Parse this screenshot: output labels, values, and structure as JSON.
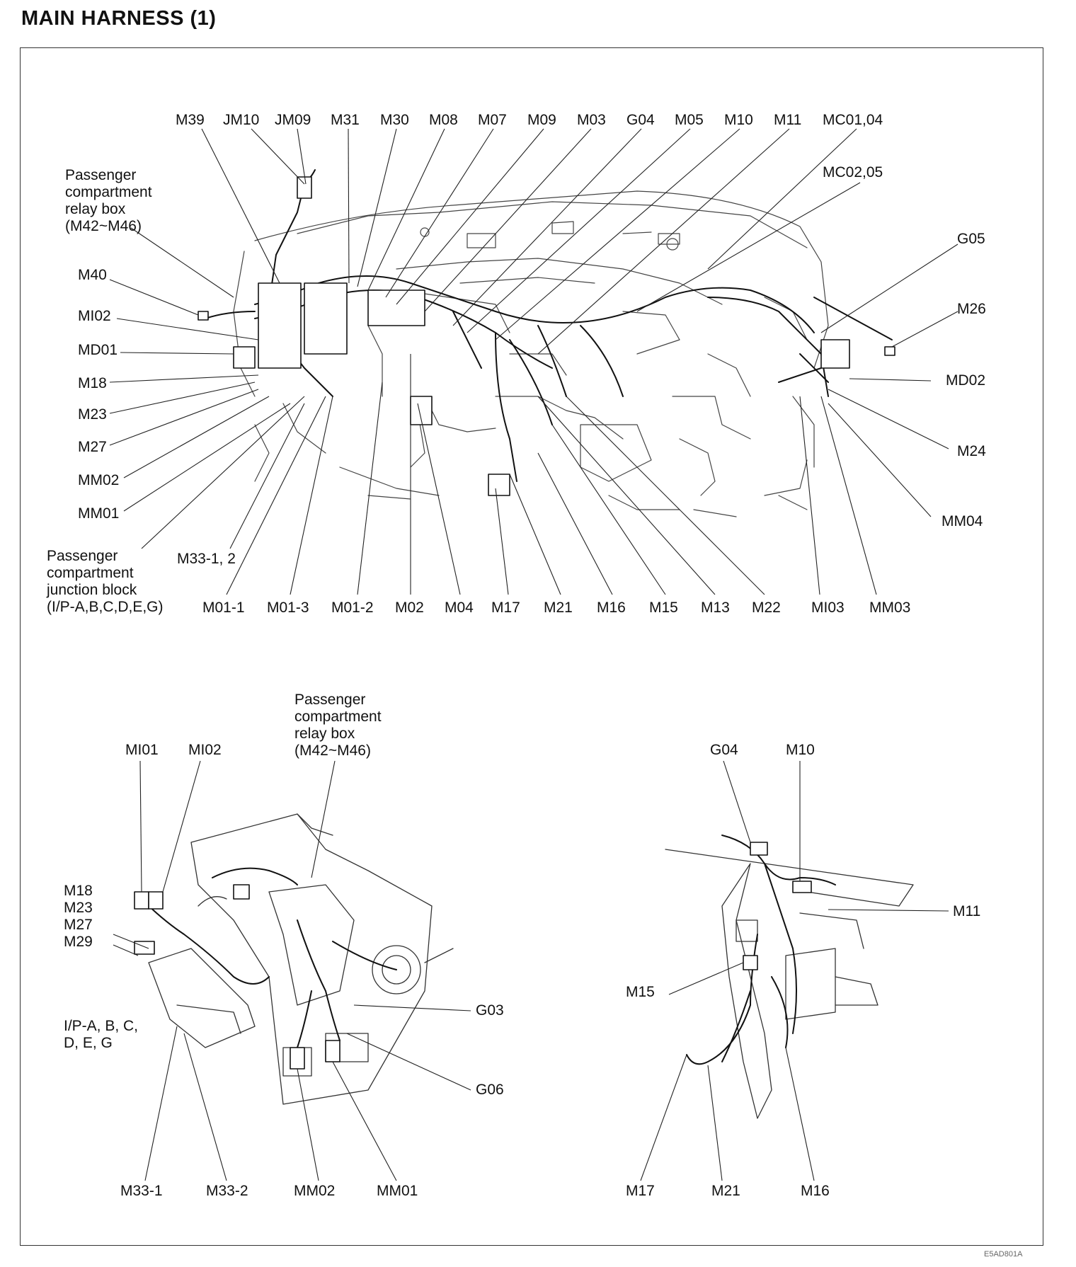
{
  "title": "MAIN HARNESS (1)",
  "top_view": {
    "top_labels": [
      "M39",
      "JM10",
      "JM09",
      "M31",
      "M30",
      "M08",
      "M07",
      "M09",
      "M03",
      "G04",
      "M05",
      "M10",
      "M11",
      "MC01,04"
    ],
    "mc0205": "MC02,05",
    "relay_box": "Passenger\ncompartment\nrelay box\n(M42~M46)",
    "left_labels": [
      "M40",
      "MI02",
      "MD01",
      "M18",
      "M23",
      "M27",
      "MM02",
      "MM01"
    ],
    "right_labels": [
      "G05",
      "M26",
      "MD02",
      "M24",
      "MM04"
    ],
    "junction_block": "Passenger\ncompartment\njunction block\n(I/P-A,B,C,D,E,G)",
    "m33": "M33-1, 2",
    "bottom_labels": [
      "M01-1",
      "M01-3",
      "M01-2",
      "M02",
      "M04",
      "M17",
      "M21",
      "M16",
      "M15",
      "M13",
      "M22",
      "MI03",
      "MM03"
    ]
  },
  "detail_left": {
    "relay_box": "Passenger\ncompartment\nrelay box\n(M42~M46)",
    "top_labels": [
      "MI01",
      "MI02"
    ],
    "connector_group": "M18\nM23\nM27\nM29",
    "ip_block": "I/P-A, B, C,\nD, E, G",
    "right_labels": [
      "G03",
      "G06"
    ],
    "bottom_labels": [
      "M33-1",
      "M33-2",
      "MM02",
      "MM01"
    ]
  },
  "detail_right": {
    "top_labels": [
      "G04",
      "M10"
    ],
    "m11": "M11",
    "m15": "M15",
    "bottom_labels": [
      "M17",
      "M21",
      "M16"
    ]
  },
  "footer_code": "E5AD801A"
}
